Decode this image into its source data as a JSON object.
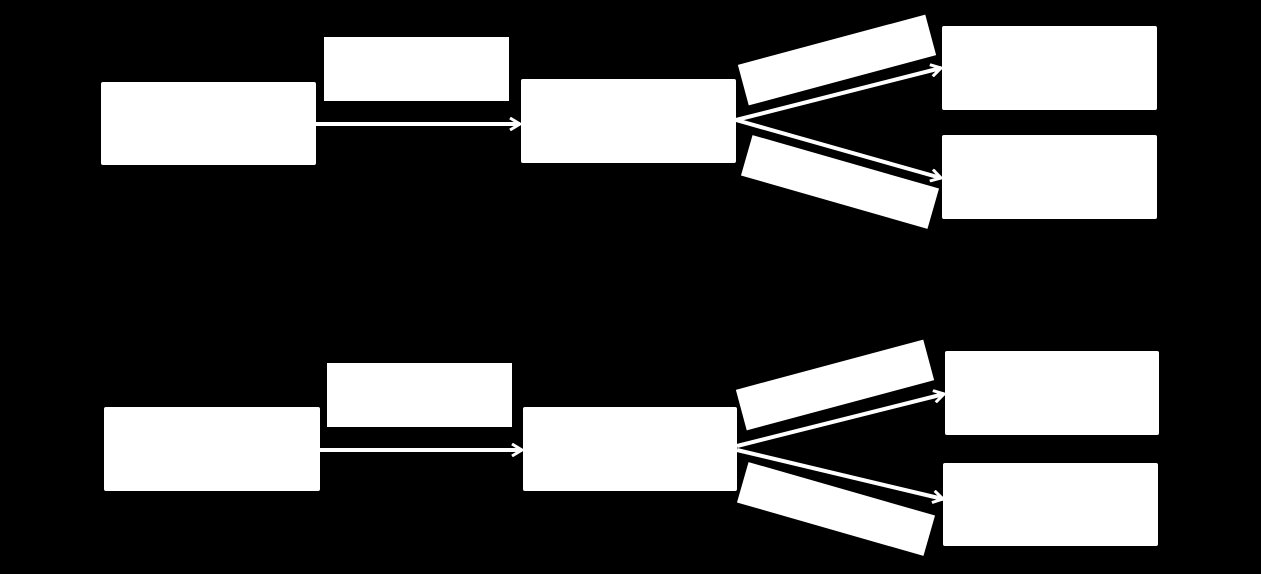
{
  "colors": {
    "background": "#000000",
    "node_fill": "#ffffff",
    "edge_stroke": "#ffffff",
    "label_fill": "#ffffff"
  },
  "diagrams": [
    {
      "nodes": [
        {
          "id": "source",
          "text": ""
        },
        {
          "id": "middle",
          "text": ""
        },
        {
          "id": "target-upper",
          "text": ""
        },
        {
          "id": "target-lower",
          "text": ""
        }
      ],
      "edges": [
        {
          "from": "source",
          "to": "middle",
          "label": ""
        },
        {
          "from": "middle",
          "to": "target-upper",
          "label": ""
        },
        {
          "from": "middle",
          "to": "target-lower",
          "label": ""
        }
      ]
    },
    {
      "nodes": [
        {
          "id": "source",
          "text": ""
        },
        {
          "id": "middle",
          "text": ""
        },
        {
          "id": "target-upper",
          "text": ""
        },
        {
          "id": "target-lower",
          "text": ""
        }
      ],
      "edges": [
        {
          "from": "source",
          "to": "middle",
          "label": ""
        },
        {
          "from": "middle",
          "to": "target-upper",
          "label": ""
        },
        {
          "from": "middle",
          "to": "target-lower",
          "label": ""
        }
      ]
    }
  ]
}
